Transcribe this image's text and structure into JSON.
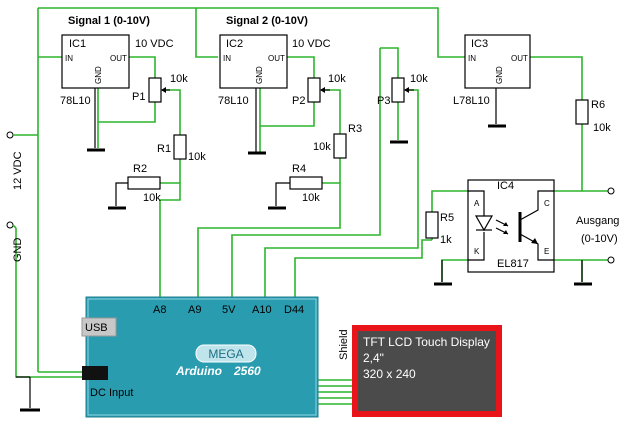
{
  "title": {
    "signal1": "Signal 1 (0-10V)",
    "signal2": "Signal 2 (0-10V)"
  },
  "ic": {
    "ic1": {
      "name": "IC1",
      "in": "IN",
      "out": "OUT",
      "gnd": "GND",
      "type": "78L10"
    },
    "ic2": {
      "name": "IC2",
      "in": "IN",
      "out": "OUT",
      "gnd": "GND",
      "type": "78L10"
    },
    "ic3": {
      "name": "IC3",
      "in": "IN",
      "out": "OUT",
      "gnd": "GND",
      "type": "L78L10"
    },
    "ic4": {
      "name": "IC4",
      "a": "A",
      "k": "K",
      "c": "C",
      "e": "E",
      "type": "EL817"
    }
  },
  "labels": {
    "vdc1": "10 VDC",
    "vdc2": "10 VDC",
    "supply": "12 VDC",
    "gnd": "GND",
    "output": "Ausgang",
    "output_range": "(0-10V)",
    "dc_input": "DC Input",
    "shield": "Shield"
  },
  "components": {
    "p1": {
      "name": "P1",
      "value": "10k"
    },
    "p2": {
      "name": "P2",
      "value": "10k"
    },
    "p3": {
      "name": "P3",
      "value": "10k"
    },
    "r1": {
      "name": "R1",
      "value": "10k"
    },
    "r2": {
      "name": "R2",
      "value": "10k"
    },
    "r3": {
      "name": "R3",
      "value": "10k"
    },
    "r4": {
      "name": "R4",
      "value": "10k"
    },
    "r5": {
      "name": "R5",
      "value": "1k"
    },
    "r6": {
      "name": "R6",
      "value": "10k"
    }
  },
  "arduino": {
    "usb": "USB",
    "mega": "MEGA",
    "brand": "Arduino",
    "model": "2560",
    "pins": [
      "A8",
      "A9",
      "5V",
      "A10",
      "D44"
    ],
    "colors": {
      "body": "#2a9cb0",
      "usb": "#c8c8c8"
    }
  },
  "display": {
    "line1": "TFT LCD Touch Display",
    "line2": "2,4\"",
    "line3": "320 x 240",
    "colors": {
      "frame": "#e8141a",
      "screen": "#4b4b4b"
    }
  },
  "colors": {
    "wire": "#2db52d"
  }
}
